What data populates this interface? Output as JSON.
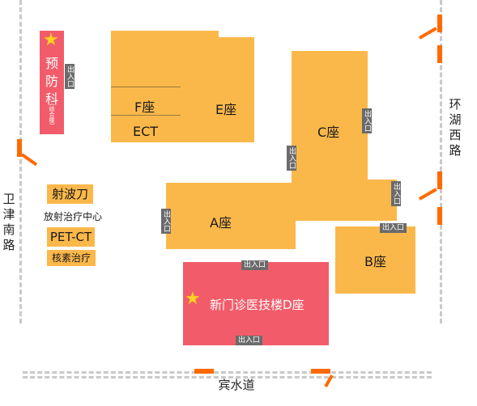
{
  "roads": {
    "west": "卫津南路",
    "east": "环湖西路",
    "south": "宾水道"
  },
  "buildings": {
    "f_label": "F座",
    "e_label": "E座",
    "ect_label": "ECT",
    "c_label": "C座",
    "a_label": "A座",
    "b_label": "B座",
    "d_label": "新门诊医技楼D座",
    "prevention": {
      "chars": [
        "预",
        "防",
        "科"
      ],
      "sub": "(综合楼)"
    }
  },
  "exit_label": "出入口",
  "left_legend": {
    "gamma_knife": "射波刀",
    "radiotherapy": "放射治疗中心",
    "petct": "PET-CT",
    "nuclear": "核素治疗"
  },
  "icons": {
    "star": "star-icon",
    "gate": "gate-marker"
  },
  "colors": {
    "building": "#fbb84a",
    "highlight": "#f25c6a",
    "exit_tag": "#6b6b6b",
    "gate": "#ff6a00",
    "road": "#c9c9c9",
    "star": "#ffd21f"
  }
}
